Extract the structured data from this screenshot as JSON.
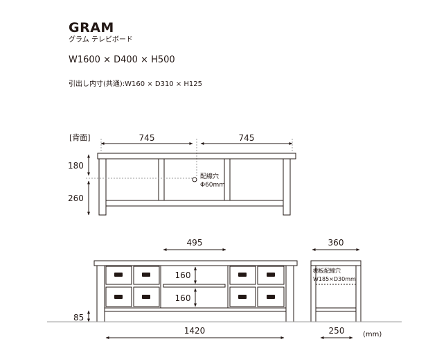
{
  "header": {
    "title": "GRAM",
    "subtitle": "グラム テレビボード",
    "size": "W1600 × D400 × H500",
    "drawer_size": "引出し内寸(共通):W160 × D310 × H125"
  },
  "back_view": {
    "label": "[背面]",
    "width_left": "745",
    "width_right": "745",
    "height_top": "180",
    "height_bottom": "260",
    "hole_label": "配線穴",
    "hole_size": "Φ60mm"
  },
  "front_view": {
    "center_width": "495",
    "upper_opening": "160",
    "lower_opening": "160",
    "leg_height": "85",
    "overall_width": "1420"
  },
  "side_view": {
    "depth": "360",
    "shelf_hole_label": "棚板配線穴",
    "shelf_hole_size": "W185×D30mm",
    "leg_depth": "250"
  },
  "unit": "(mm)",
  "colors": {
    "line": "#231815",
    "guide": "#9e9e9e",
    "panel": "#ffffff"
  }
}
